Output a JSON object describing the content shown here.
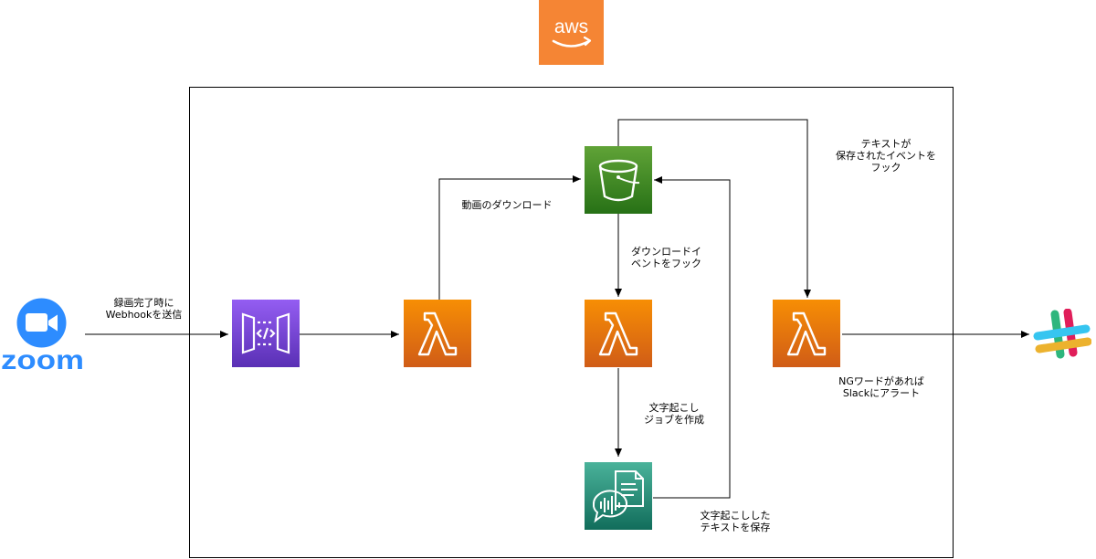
{
  "title": "aws",
  "labels": {
    "zoom_webhook": "録画完了時に\nWebhookを送信",
    "download": "動画のダウンロード",
    "download_hook": "ダウンロードイ\nベントをフック",
    "transcribe_job": "文字起こし\nジョブを作成",
    "saved_text": "文字起こしした\nテキストを保存",
    "text_event_hook": "テキストが\n保存されたイベントを\nフック",
    "ng_alert": "NGワードがあれば\nSlackにアラート"
  },
  "logos": {
    "zoom": "zoom",
    "slack": "slack"
  },
  "icons": {
    "aws": "aws-icon",
    "zoom": "zoom-icon",
    "api_gateway": "api-gateway-icon",
    "lambda": "lambda-icon",
    "s3": "s3-bucket-icon",
    "transcribe": "transcribe-icon",
    "slack": "slack-icon"
  },
  "colors": {
    "aws": "#F58534",
    "zoom": "#2D8CFF",
    "api_gateway_top": "#945DF2",
    "api_gateway_bottom": "#5A30B5",
    "lambda_top": "#F78E04",
    "lambda_bottom": "#D05C17",
    "s3_top": "#60A337",
    "s3_bottom": "#277116",
    "transcribe_top": "#4AB29A",
    "transcribe_bottom": "#116D5B",
    "slack_blue": "#36C5F0",
    "slack_green": "#2EB67D",
    "slack_yellow": "#ECB22E",
    "slack_red": "#E01E5A"
  }
}
